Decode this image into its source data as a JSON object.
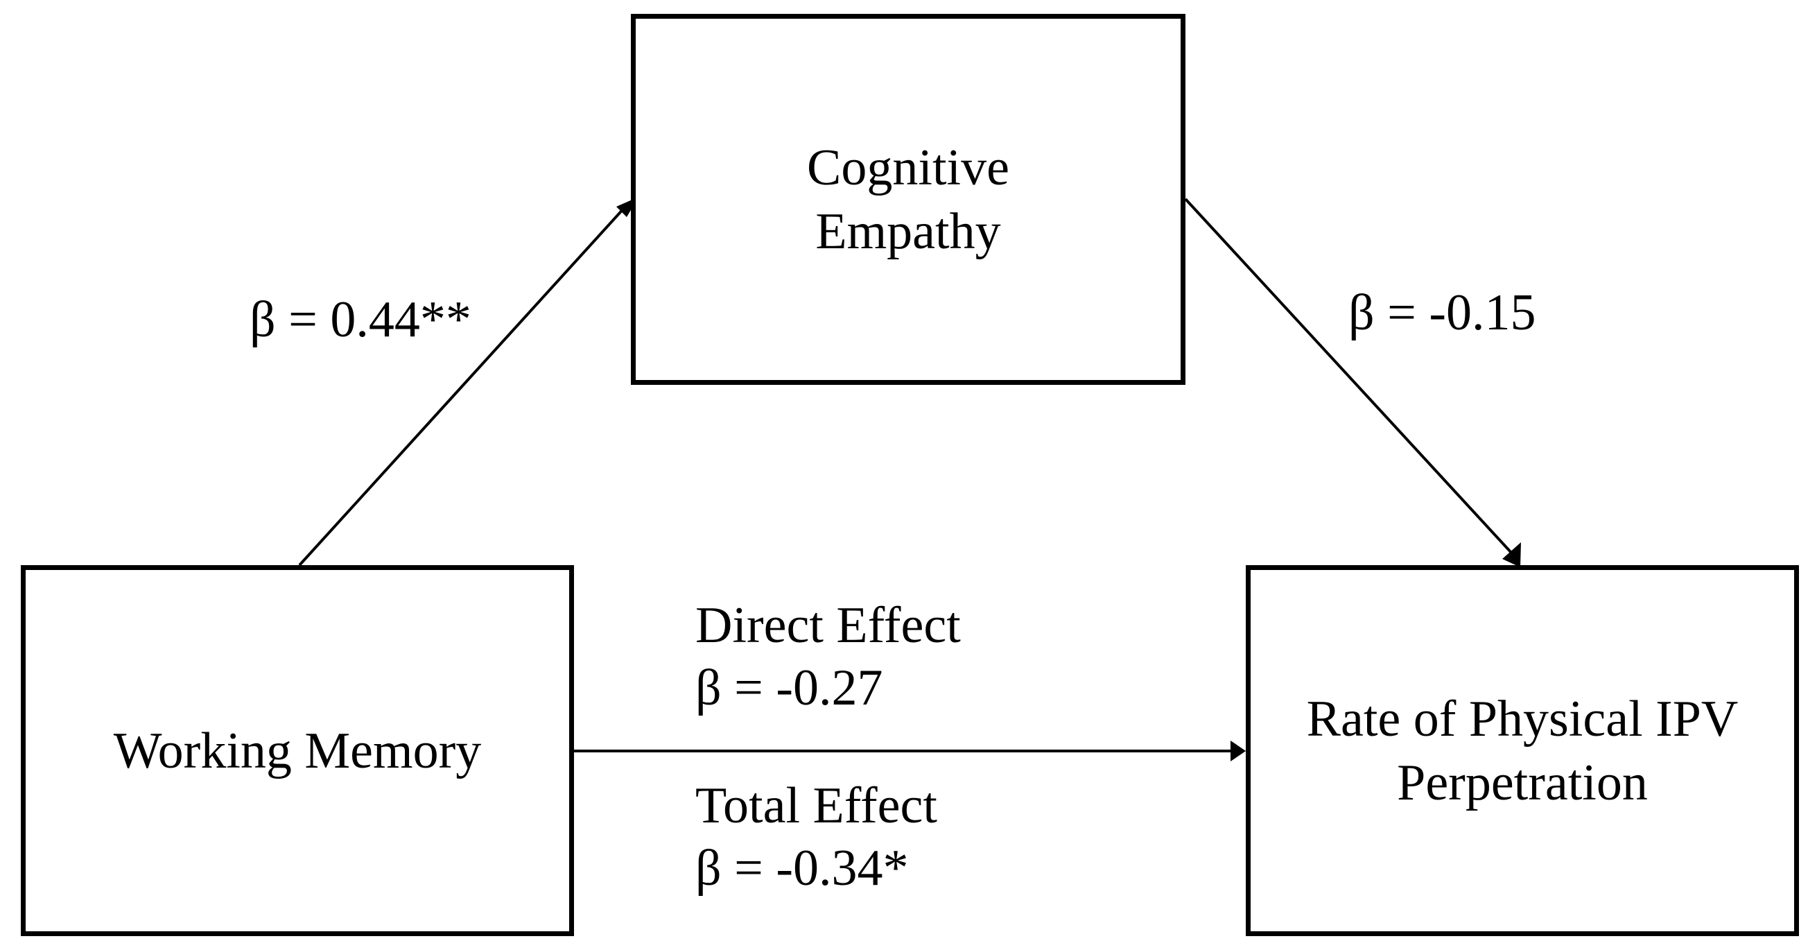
{
  "nodes": {
    "mediator": {
      "line1": "Cognitive",
      "line2": "Empathy"
    },
    "predictor": {
      "line1": "Working Memory"
    },
    "outcome": {
      "line1": "Rate of Physical IPV",
      "line2": "Perpetration"
    }
  },
  "paths": {
    "a": {
      "coefficient": "β  = 0.44**"
    },
    "b": {
      "coefficient": "β  = -0.15"
    },
    "c": {
      "direct_title": "Direct Effect",
      "direct_coefficient": "β  = -0.27",
      "total_title": "Total Effect",
      "total_coefficient": "β =  -0.34*"
    }
  },
  "colors": {
    "line": "#000000",
    "background": "#ffffff"
  }
}
